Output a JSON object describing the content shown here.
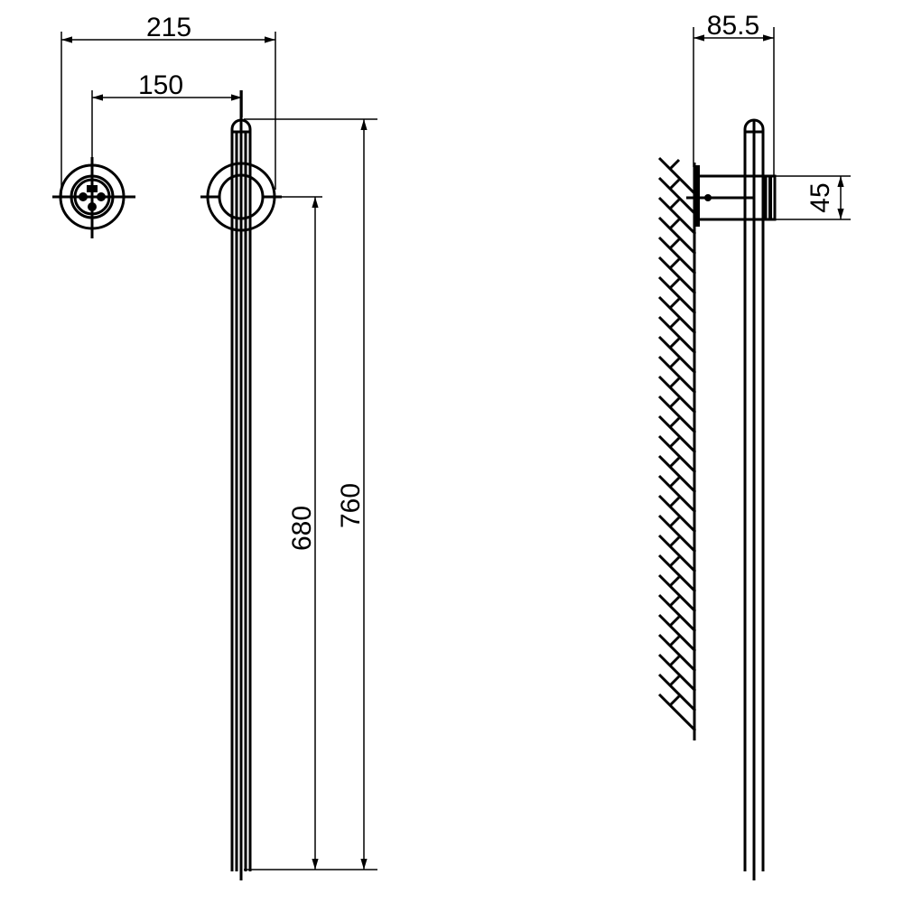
{
  "dimensions": {
    "overall_width": "215",
    "center_spacing": "150",
    "overall_height": "760",
    "center_height": "680",
    "projection": "85.5",
    "bracket_diameter": "45"
  },
  "colors": {
    "line": "#000000",
    "background": "#ffffff"
  }
}
